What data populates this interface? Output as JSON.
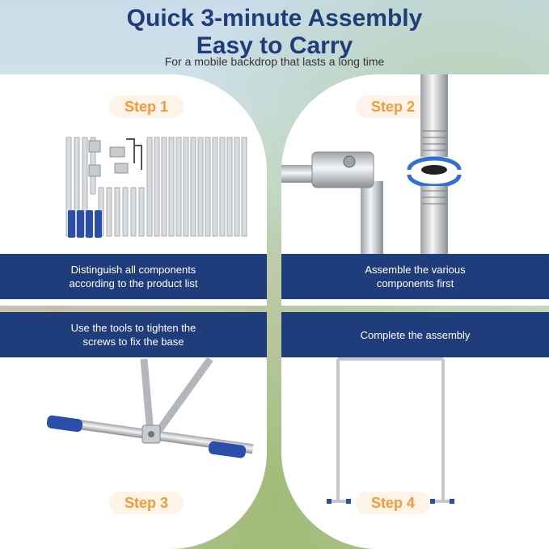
{
  "header": {
    "title_line1": "Quick 3-minute Assembly",
    "title_line2": "Easy to Carry",
    "subtitle": "For a mobile backdrop that lasts a long time"
  },
  "steps": [
    {
      "label": "Step 1",
      "caption_line1": "Distinguish all components",
      "caption_line2": "according to the product list"
    },
    {
      "label": "Step 2",
      "caption_line1": "Assemble the various",
      "caption_line2": "components first"
    },
    {
      "label": "Step 3",
      "caption_line1": "Use the tools to tighten the",
      "caption_line2": "screws to fix the base"
    },
    {
      "label": "Step 4",
      "caption_line1": "Complete the assembly",
      "caption_line2": ""
    }
  ],
  "colors": {
    "accent": "#1f3d7a",
    "step_text": "#f39a3b",
    "grip": "#2a4fa8"
  }
}
